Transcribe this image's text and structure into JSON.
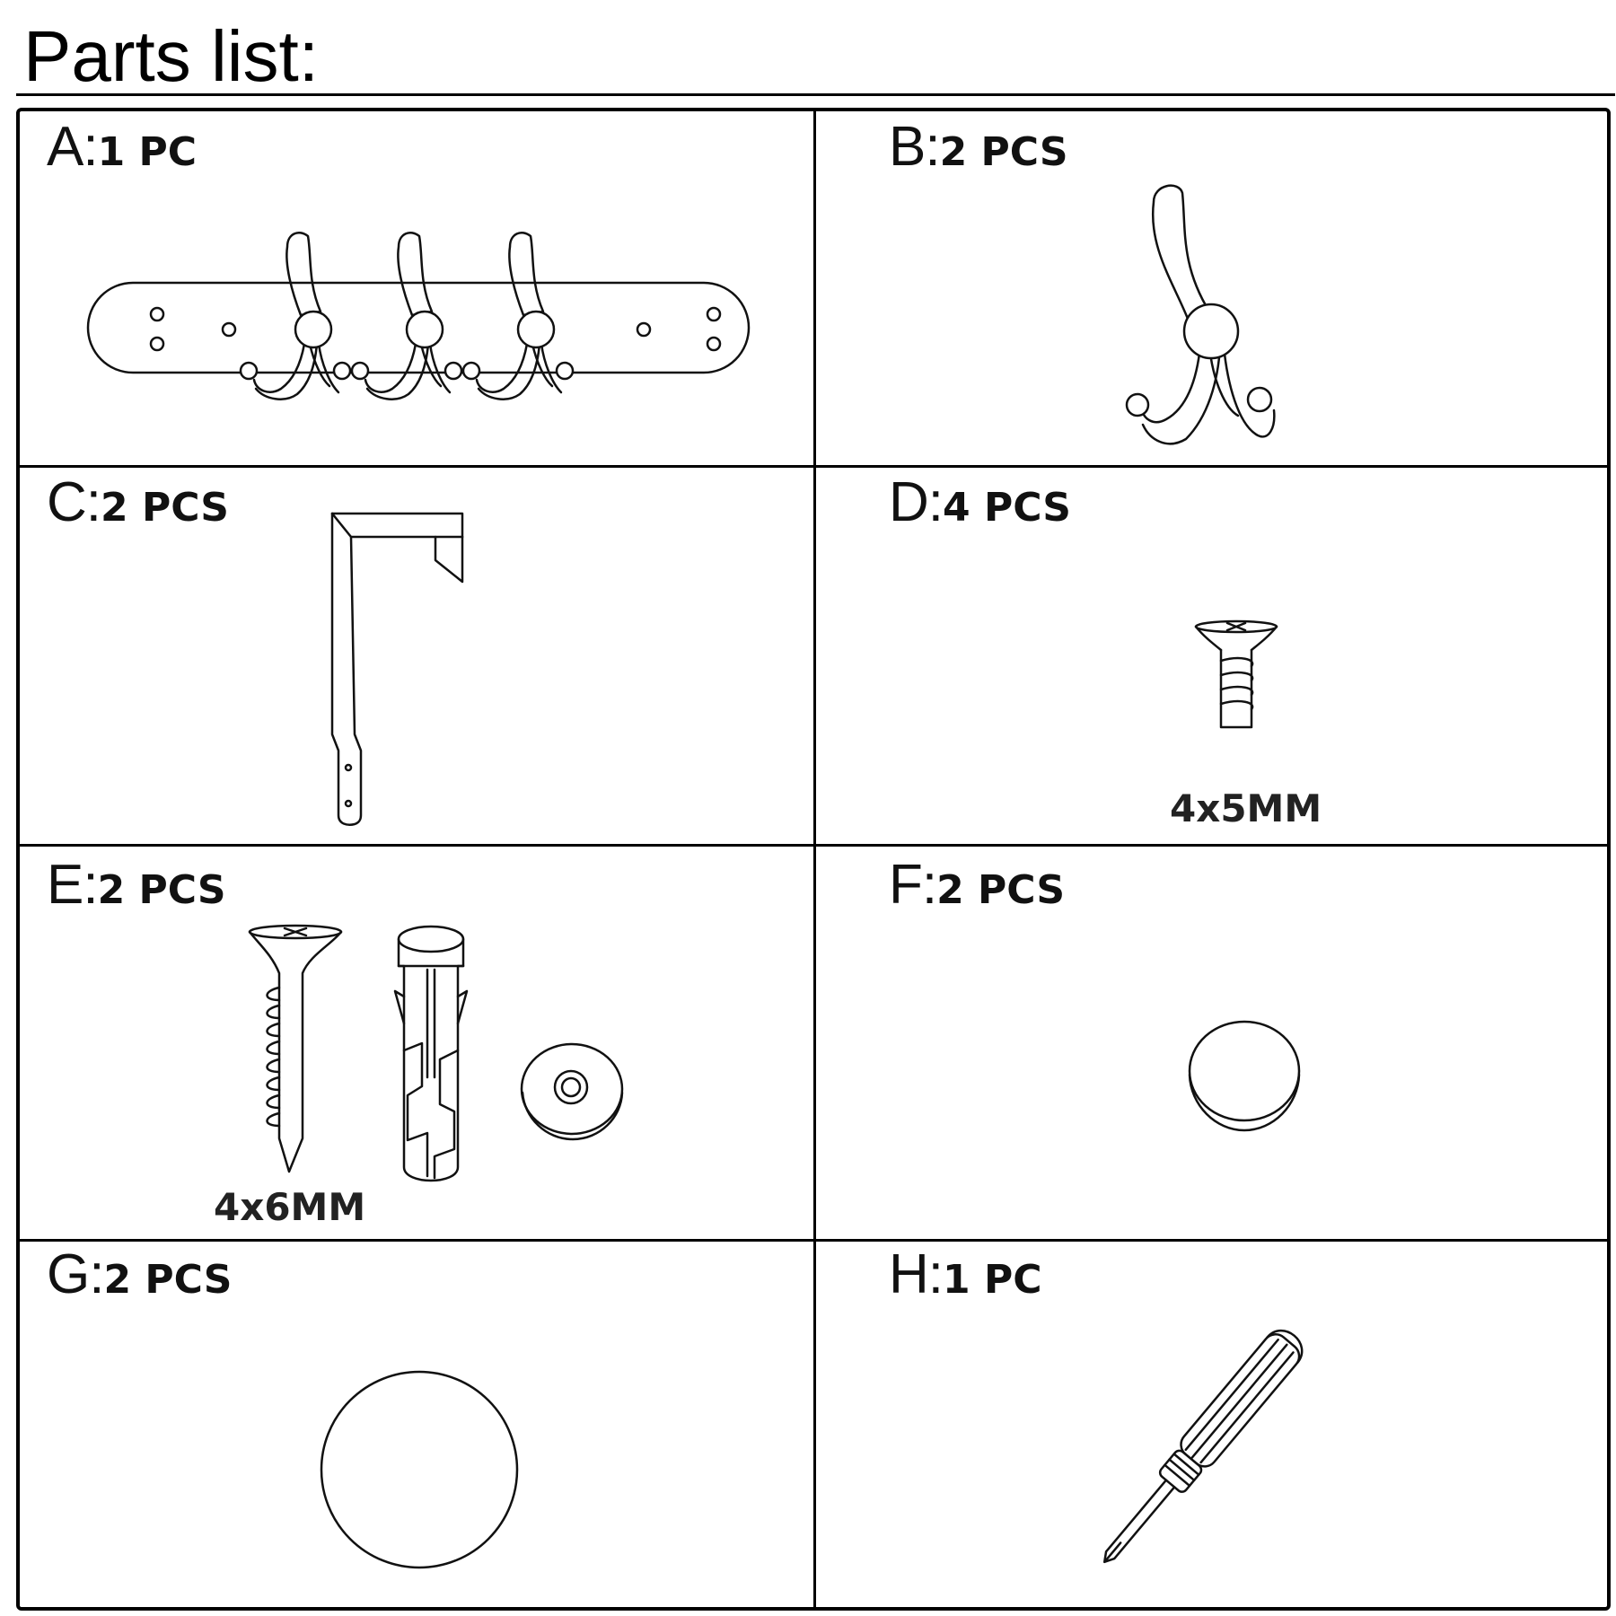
{
  "title": "Parts list:",
  "parts": [
    {
      "letter": "A",
      "qty": "1 PC",
      "icon": "coat-rack-with-three-hooks"
    },
    {
      "letter": "B",
      "qty": "2 PCS",
      "icon": "double-coat-hook"
    },
    {
      "letter": "C",
      "qty": "2 PCS",
      "icon": "over-door-bracket"
    },
    {
      "letter": "D",
      "qty": "4 PCS",
      "icon": "short-screw",
      "size": "4x5MM"
    },
    {
      "letter": "E",
      "qty": "2 PCS",
      "icon": "wall-screw-anchor-and-washer",
      "size": "4x6MM"
    },
    {
      "letter": "F",
      "qty": "2 PCS",
      "icon": "small-round-pad"
    },
    {
      "letter": "G",
      "qty": "2 PCS",
      "icon": "large-round-pad"
    },
    {
      "letter": "H",
      "qty": "1 PC",
      "icon": "screwdriver"
    }
  ]
}
